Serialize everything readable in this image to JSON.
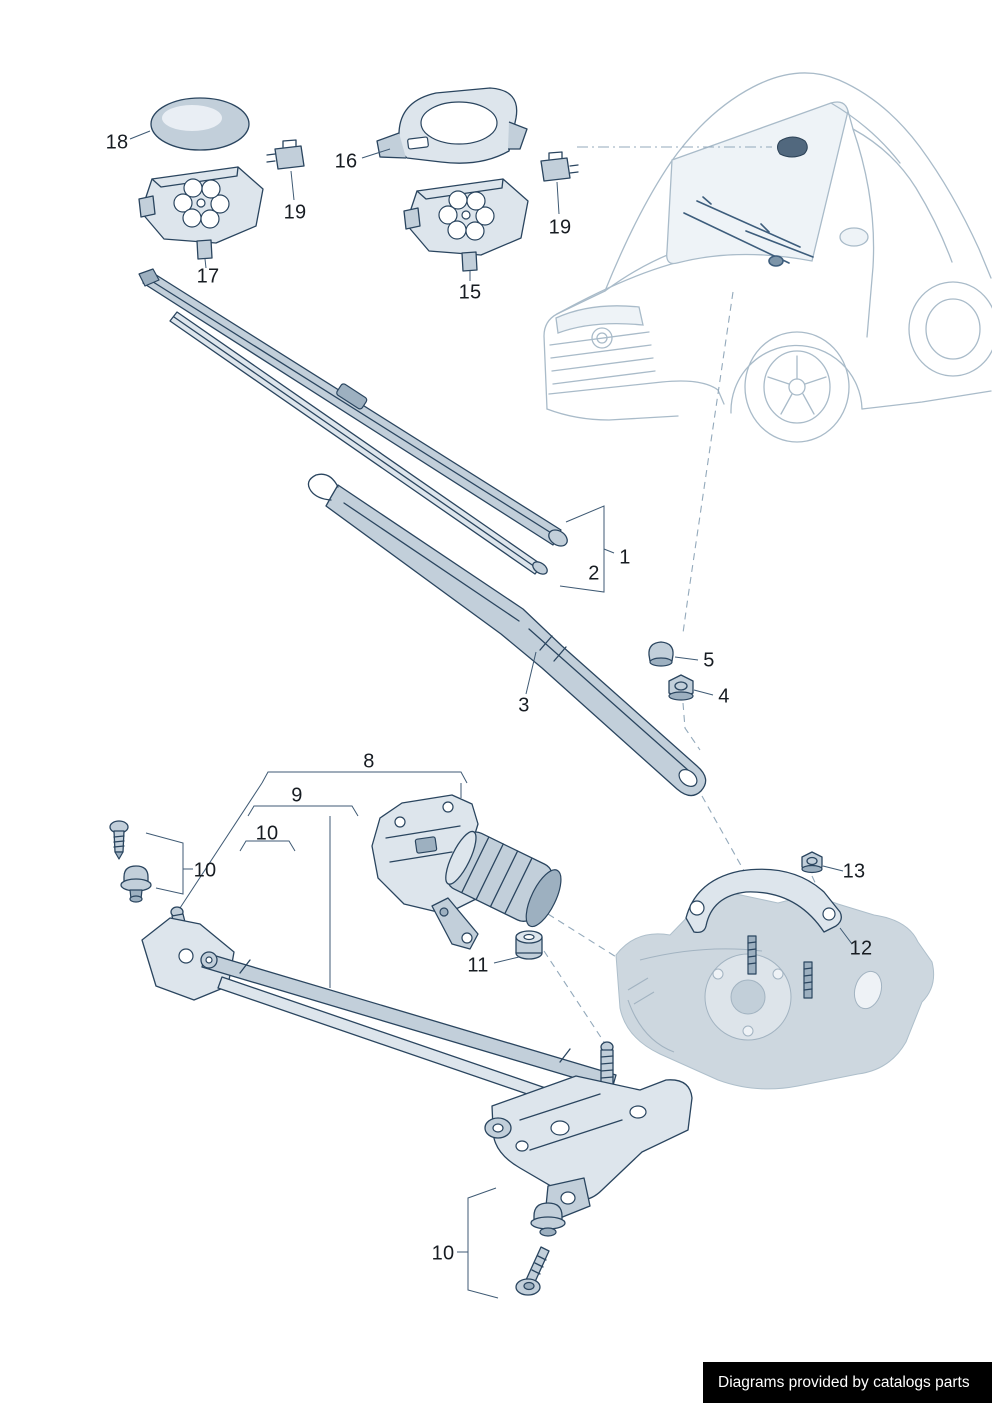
{
  "meta": {
    "title": "Windscreen wiper system parts diagram",
    "footer": "Diagrams provided by catalogs parts"
  },
  "colors": {
    "outline": "#2a455f",
    "part_fill_light": "#dde5ec",
    "part_fill_mid": "#c2cfda",
    "part_fill_dark": "#9db0c0",
    "ghost": "#a9bbc9",
    "panel_fill": "#cdd7df",
    "label": "#171c22",
    "footer_bg": "#000000",
    "footer_text": "#ffffff"
  },
  "callouts": [
    {
      "label": "18"
    },
    {
      "label": "16"
    },
    {
      "label": "19"
    },
    {
      "label": "19"
    },
    {
      "label": "17"
    },
    {
      "label": "15"
    },
    {
      "label": "1"
    },
    {
      "label": "2"
    },
    {
      "label": "3"
    },
    {
      "label": "5"
    },
    {
      "label": "4"
    },
    {
      "label": "8"
    },
    {
      "label": "9"
    },
    {
      "label": "10"
    },
    {
      "label": "10"
    },
    {
      "label": "11"
    },
    {
      "label": "13"
    },
    {
      "label": "12"
    },
    {
      "label": "10"
    }
  ]
}
